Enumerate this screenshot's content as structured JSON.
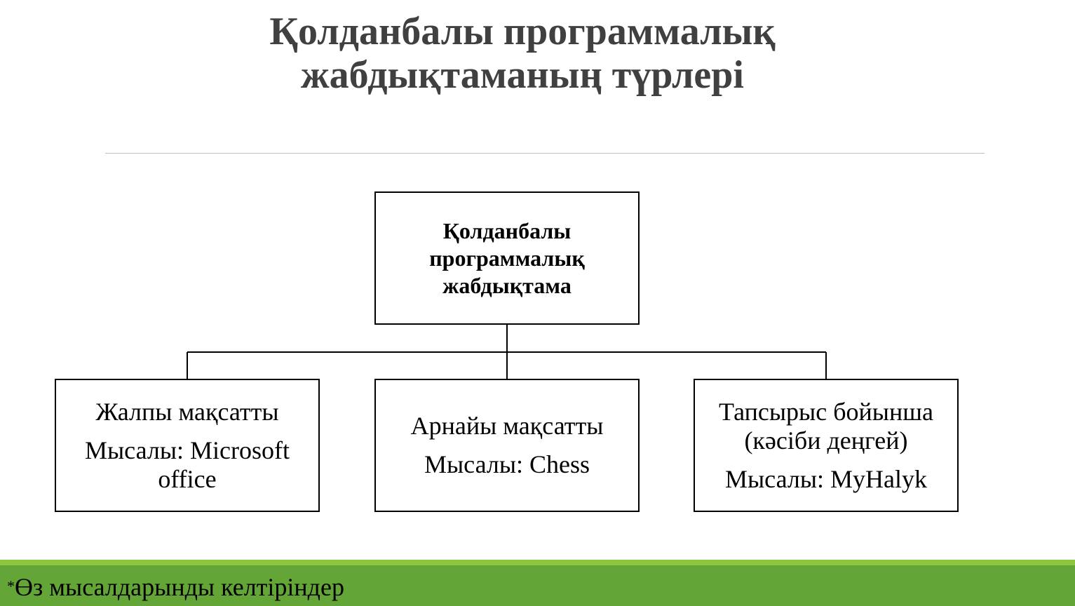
{
  "title": {
    "line1": "Қолданбалы программалық",
    "line2": "жабдықтаманың түрлері"
  },
  "diagram": {
    "root": {
      "lines": [
        "Қолданбалы",
        "программалық",
        "жабдықтама"
      ]
    },
    "children": [
      {
        "category": "Жалпы мақсатты",
        "example": "Мысалы: Microsoft office"
      },
      {
        "category": "Арнайы мақсатты",
        "example": "Мысалы: Chess"
      },
      {
        "category": "Тапсырыс бойынша (кәсіби деңгей)",
        "example": "Мысалы: MyHalyk"
      }
    ]
  },
  "footer": {
    "star": "*",
    "note": "Өз мысалдарынды келтіріндер"
  },
  "colors": {
    "title_text": "#404040",
    "divider": "#bfbfbf",
    "footer_stripe": "#8dc63f",
    "footer_bar": "#63a536"
  }
}
